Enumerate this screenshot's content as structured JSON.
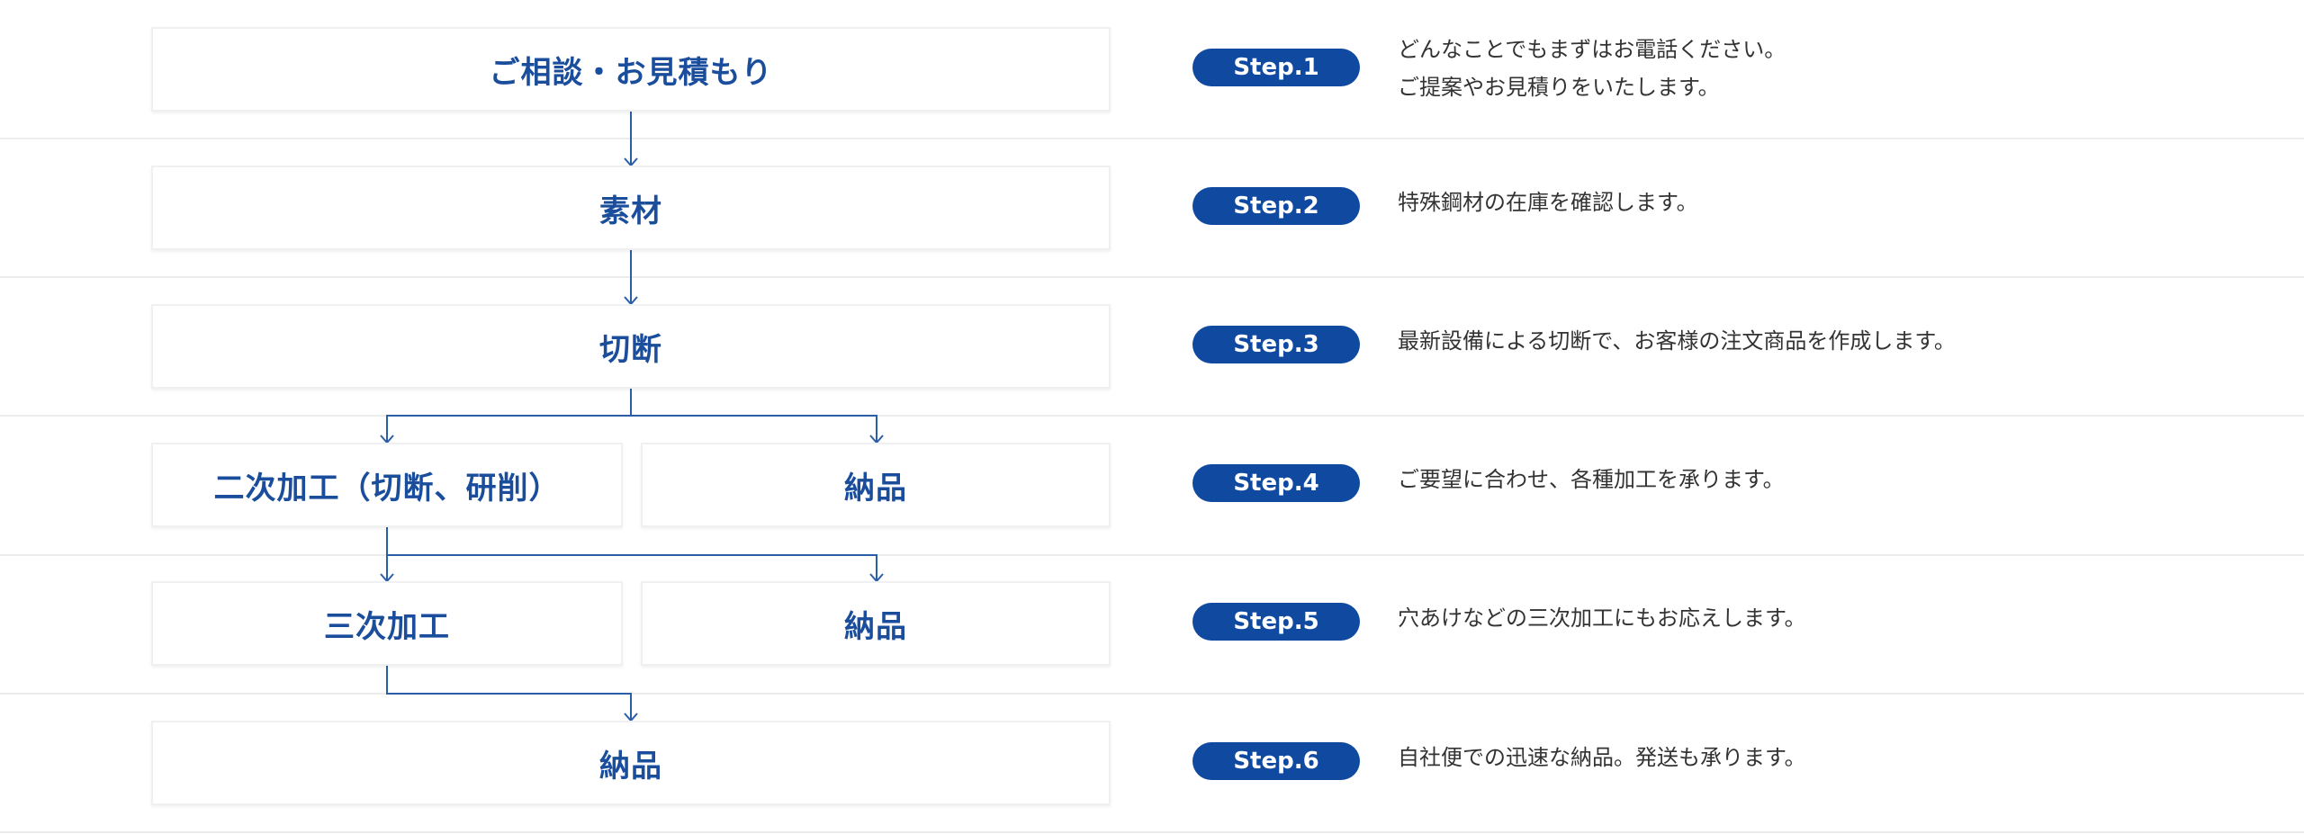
{
  "flow": {
    "step1_box": "ご相談・お見積もり",
    "step2_box": "素材",
    "step3_box": "切断",
    "step4_left": "二次加工（切断、研削）",
    "step4_right": "納品",
    "step5_left": "三次加工",
    "step5_right": "納品",
    "step6_box": "納品"
  },
  "steps": [
    {
      "label": "Step.1",
      "lines": [
        "どんなことでもまずはお電話ください。",
        "ご提案やお見積りをいたします。"
      ]
    },
    {
      "label": "Step.2",
      "lines": [
        "特殊鋼材の在庫を確認します。"
      ]
    },
    {
      "label": "Step.3",
      "lines": [
        "最新設備による切断で、お客様の注文商品を作成します。"
      ]
    },
    {
      "label": "Step.4",
      "lines": [
        "ご要望に合わせ、各種加工を承ります。"
      ]
    },
    {
      "label": "Step.5",
      "lines": [
        "穴あけなどの三次加工にもお応えします。"
      ]
    },
    {
      "label": "Step.6",
      "lines": [
        "自社便での迅速な納品。発送も承ります。"
      ]
    }
  ],
  "colors": {
    "accent": "#0f4aa0",
    "box_text": "#1a4d9c",
    "connector": "#2a5fa8"
  }
}
